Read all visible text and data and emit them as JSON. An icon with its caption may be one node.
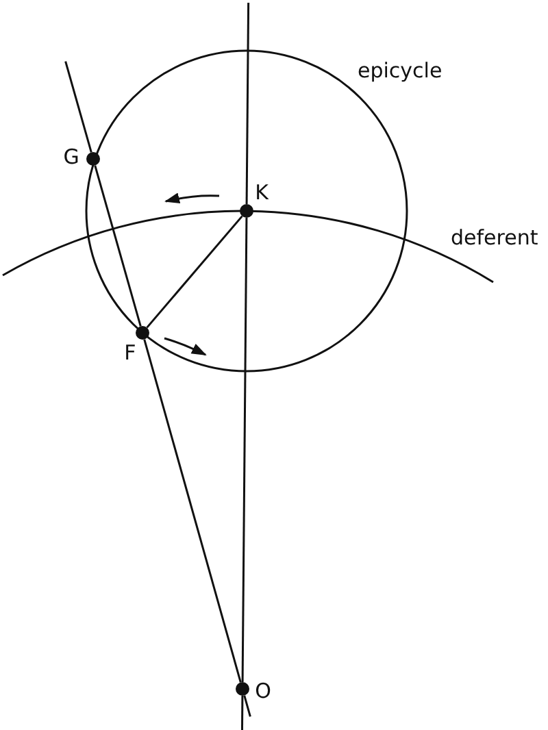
{
  "diagram": {
    "nodes": [
      {
        "text": [
          "G"
        ]
      },
      {
        "text": [
          "K"
        ]
      },
      {
        "text": [
          "F"
        ]
      },
      {
        "text": [
          "O"
        ]
      }
    ],
    "edges": [
      {
        "from": 1,
        "to": 2,
        "arrow": "none"
      },
      {
        "from": 0,
        "to": 2,
        "arrow": "none"
      },
      {
        "from": 2,
        "to": 3,
        "arrow": "none"
      },
      {
        "from": 1,
        "to": 3,
        "arrow": "none"
      }
    ],
    "labels": [
      "epicycle",
      "deferent"
    ]
  }
}
